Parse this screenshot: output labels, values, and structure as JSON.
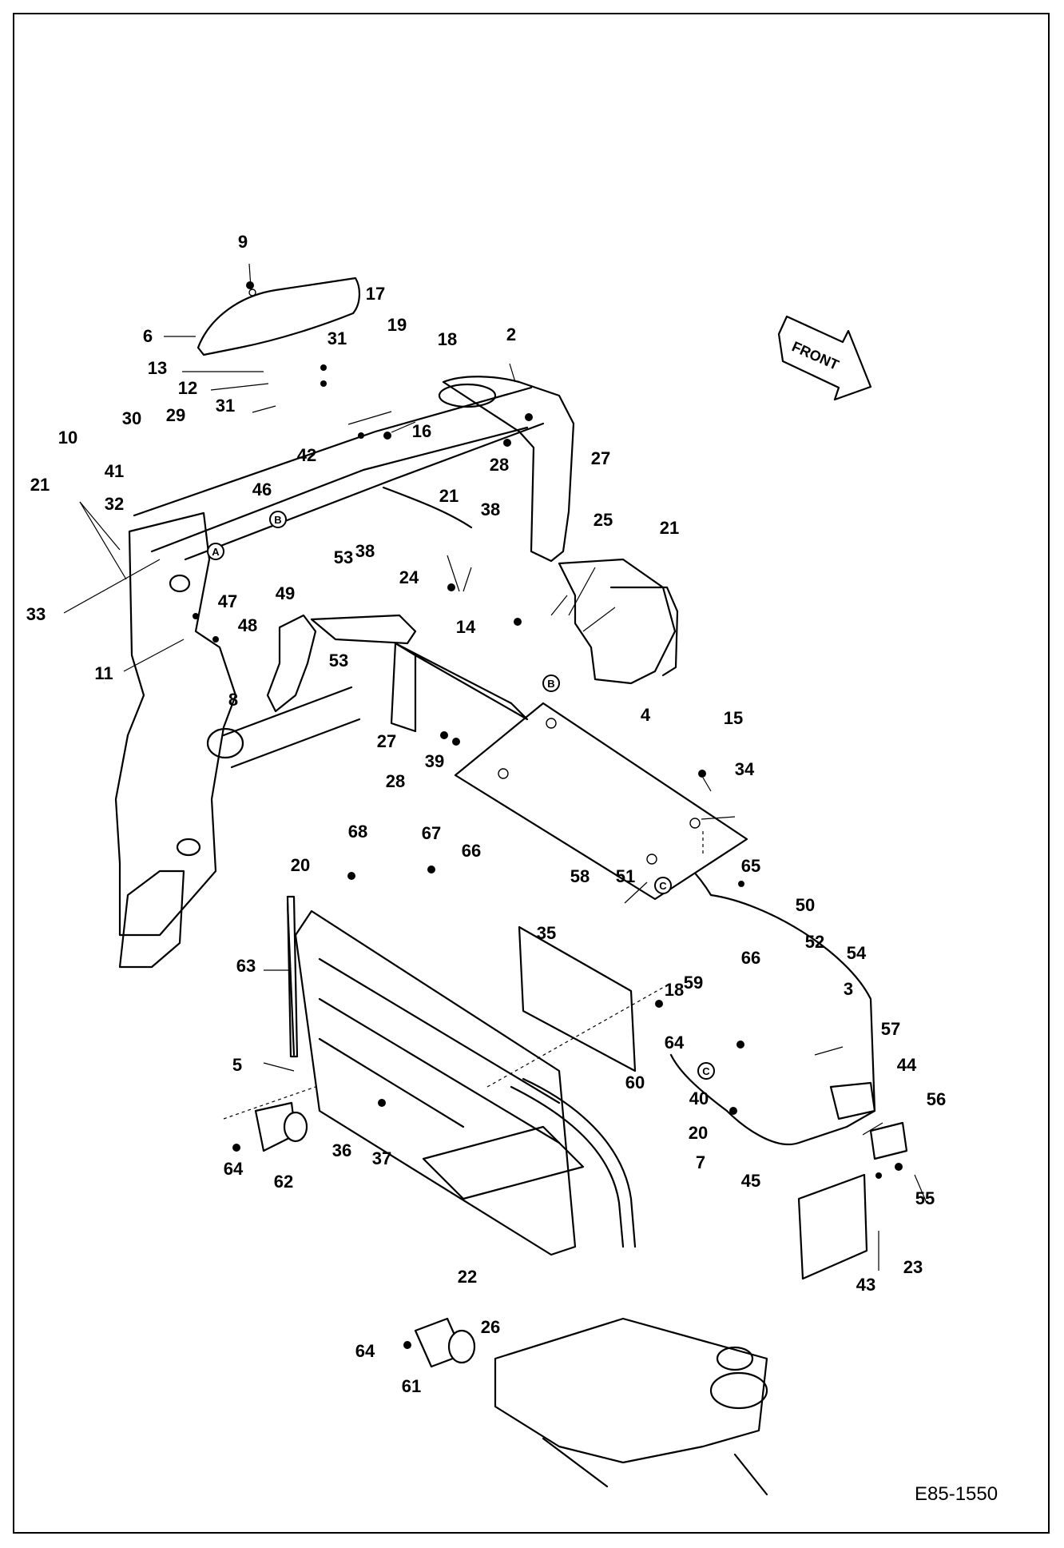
{
  "diagram": {
    "reference_code": "E85-1550",
    "front_indicator": "FRONT",
    "circle_markers": [
      "A",
      "B",
      "C"
    ],
    "part_labels": [
      "2",
      "3",
      "4",
      "5",
      "6",
      "7",
      "8",
      "9",
      "10",
      "11",
      "12",
      "13",
      "14",
      "15",
      "16",
      "17",
      "18",
      "19",
      "20",
      "21",
      "22",
      "23",
      "24",
      "25",
      "26",
      "27",
      "28",
      "29",
      "30",
      "31",
      "32",
      "33",
      "34",
      "35",
      "36",
      "37",
      "38",
      "39",
      "40",
      "41",
      "42",
      "43",
      "44",
      "45",
      "46",
      "47",
      "48",
      "49",
      "50",
      "51",
      "52",
      "53",
      "54",
      "55",
      "56",
      "57",
      "58",
      "59",
      "60",
      "61",
      "62",
      "63",
      "64",
      "65",
      "66",
      "67",
      "68"
    ]
  }
}
